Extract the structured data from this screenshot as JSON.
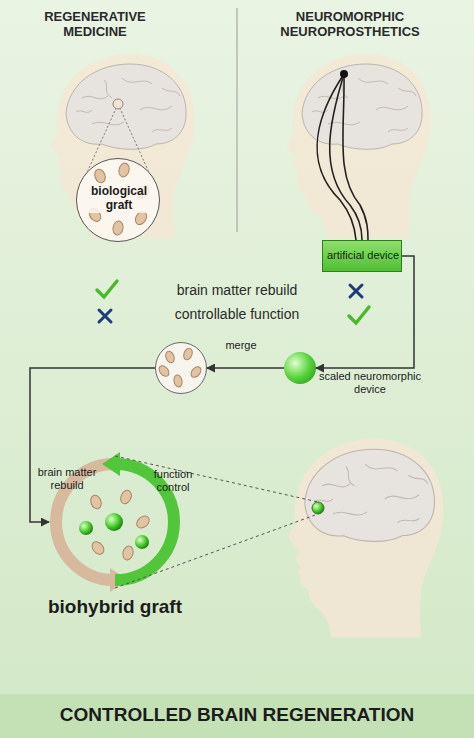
{
  "diagram": {
    "title": "CONTROLLED BRAIN REGENERATION",
    "nodes": [
      {
        "text": [
          "biological graft"
        ]
      },
      {
        "text": [
          "artificial device"
        ]
      },
      {
        "text": [
          "scaled neuromorphic device"
        ]
      },
      {
        "text": [
          "merge"
        ]
      },
      {
        "text": [
          "brain matter rebuild",
          "function control",
          "biohybrid graft"
        ]
      }
    ],
    "edges": [
      {
        "from": 1,
        "to": 2,
        "arrow": "to"
      },
      {
        "from": 2,
        "to": 3,
        "arrow": "to"
      },
      {
        "from": 3,
        "to": 4,
        "arrow": "to"
      }
    ],
    "labels": [
      "REGENERATIVE MEDICINE",
      "NEUROMORPHIC NEUROPROSTHETICS",
      "brain matter rebuild",
      "controllable function"
    ]
  }
}
